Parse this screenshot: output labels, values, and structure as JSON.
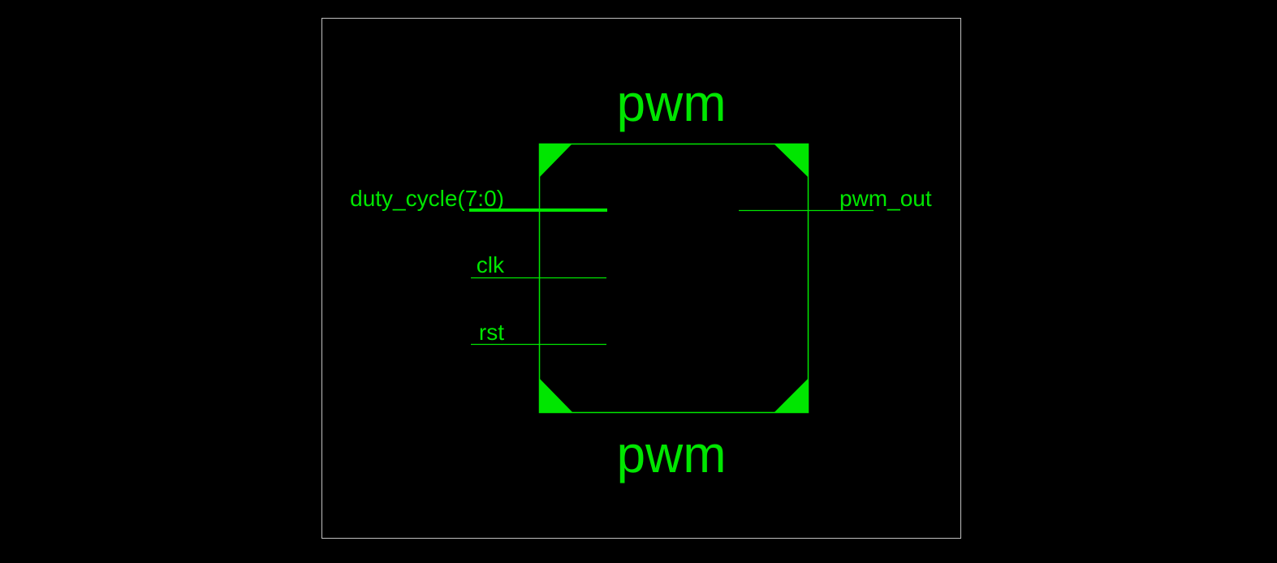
{
  "diagram": {
    "top_label": "pwm",
    "bottom_label": "pwm",
    "ports": {
      "duty_cycle": "duty_cycle(7:0)",
      "clk": "clk",
      "rst": "rst",
      "pwm_out": "pwm_out"
    }
  },
  "colors": {
    "background": "#000000",
    "frame": "#c0c0c0",
    "symbol": "#00e600"
  }
}
